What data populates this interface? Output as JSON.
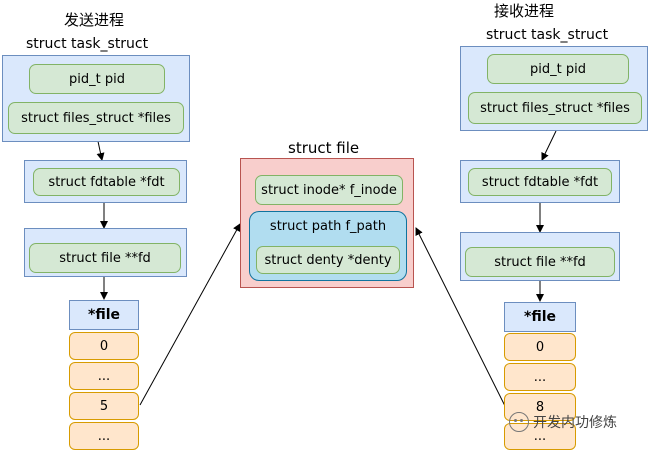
{
  "sender": {
    "title": "发送进程",
    "task_struct": "struct task_struct",
    "pid": "pid_t pid",
    "files": "struct files_struct *files",
    "fdtable": "struct fdtable *fdt",
    "fd": "struct file **fd",
    "array_header": "*file",
    "cells": [
      "0",
      "...",
      "5",
      "..."
    ]
  },
  "receiver": {
    "title": "接收进程",
    "task_struct": "struct task_struct",
    "pid": "pid_t pid",
    "files": "struct files_struct *files",
    "fdtable": "struct fdtable *fdt",
    "fd": "struct file **fd",
    "array_header": "*file",
    "cells": [
      "0",
      "...",
      "8",
      "..."
    ]
  },
  "file": {
    "title": "struct file",
    "inode": "struct inode* f_inode",
    "path": "struct path  f_path",
    "denty": "struct denty *denty"
  },
  "watermark": {
    "text": "开发内功修炼",
    "icon": "wechat-icon"
  },
  "colors": {
    "blue_fill": "#dae8fc",
    "green_fill": "#d5e8d4",
    "red_fill": "#f8cecc",
    "cyan_fill": "#b1ddf0",
    "orange_fill": "#ffe6cc"
  }
}
